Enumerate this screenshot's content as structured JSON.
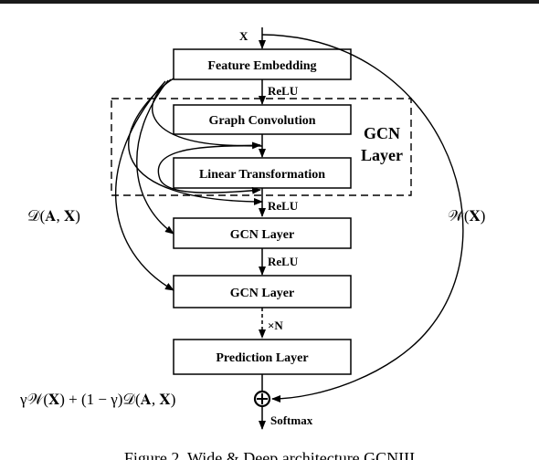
{
  "input": {
    "label": "X"
  },
  "boxes": {
    "feature_embedding": "Feature Embedding",
    "graph_convolution": "Graph Convolution",
    "linear_transformation": "Linear Transformation",
    "gcn_layer_1": "GCN Layer",
    "gcn_layer_2": "GCN Layer",
    "prediction_layer": "Prediction Layer"
  },
  "edges": {
    "relu_1": "ReLU",
    "relu_2": "ReLU",
    "relu_3": "ReLU",
    "repeat": "×N",
    "softmax": "Softmax"
  },
  "gcn_group": {
    "line1": "GCN",
    "line2": "Layer"
  },
  "deep_path_label": "𝒟(𝐀, 𝐗)",
  "wide_path_label": "𝒲(𝐗)",
  "combination_formula": "γ𝒲(𝐗) + (1 − γ)𝒟(𝐀, 𝐗)",
  "caption": "Figure 2. Wide & Deep architecture GCNIII"
}
